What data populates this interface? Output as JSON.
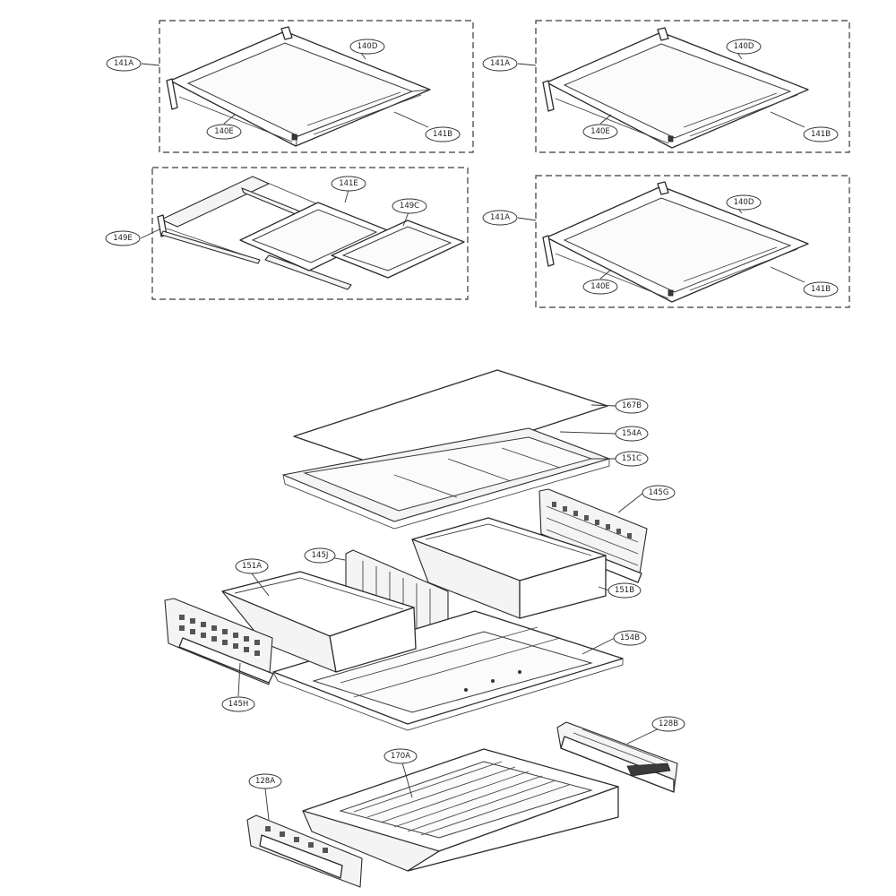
{
  "labels": {
    "p141A_1": "141A",
    "p140D_1": "140D",
    "p140E_1": "140E",
    "p141B_1": "141B",
    "p141A_2": "141A",
    "p140D_2": "140D",
    "p140E_2": "140E",
    "p141B_2": "141B",
    "p149E": "149E",
    "p141E": "141E",
    "p149C": "149C",
    "p141A_3": "141A",
    "p140D_3": "140D",
    "p140E_3": "140E",
    "p141B_3": "141B",
    "p167B": "167B",
    "p154A": "154A",
    "p151C": "151C",
    "p145G": "145G",
    "p145J": "145J",
    "p151A": "151A",
    "p151B": "151B",
    "p154B": "154B",
    "p145H": "145H",
    "p128B": "128B",
    "p170A": "170A",
    "p128A": "128A"
  }
}
